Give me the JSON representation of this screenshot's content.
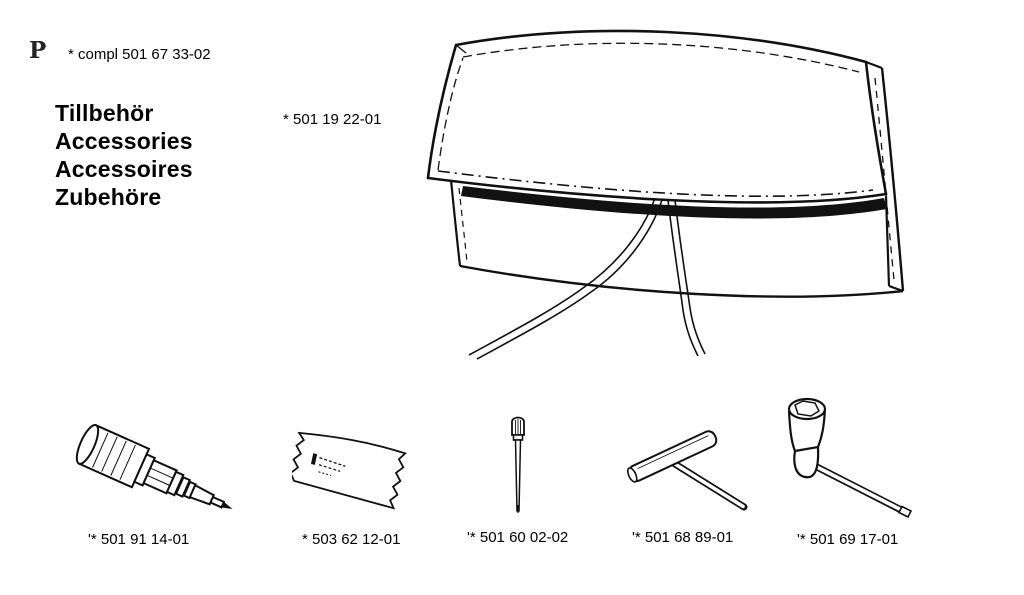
{
  "page": {
    "corner_mark": "P",
    "assembly_note": "* compl 501 67 33-02",
    "title_lines": {
      "sv": "Tillbehör",
      "en": "Accessories",
      "fr": "Accessoires",
      "de": "Zubehöre"
    }
  },
  "parts": {
    "pouch": {
      "illustration": "tool-pouch",
      "label": "* 501 19 22-01"
    },
    "spark_plug": {
      "illustration": "spark-plug",
      "label": "'* 501 91 14-01"
    },
    "grease_tube": {
      "illustration": "grease-tube-packet",
      "label": "* 503 62 12-01"
    },
    "pin_tool": {
      "illustration": "adjustment-screwdriver",
      "label": "'* 501 60 02-02"
    },
    "t_wrench": {
      "illustration": "t-handle-wrench",
      "label": "'* 501 68 89-01"
    },
    "socket_wrench": {
      "illustration": "spark-plug-wrench",
      "label": "'* 501 69 17-01"
    }
  },
  "colors": {
    "ink": "#111111",
    "paper": "#ffffff"
  }
}
